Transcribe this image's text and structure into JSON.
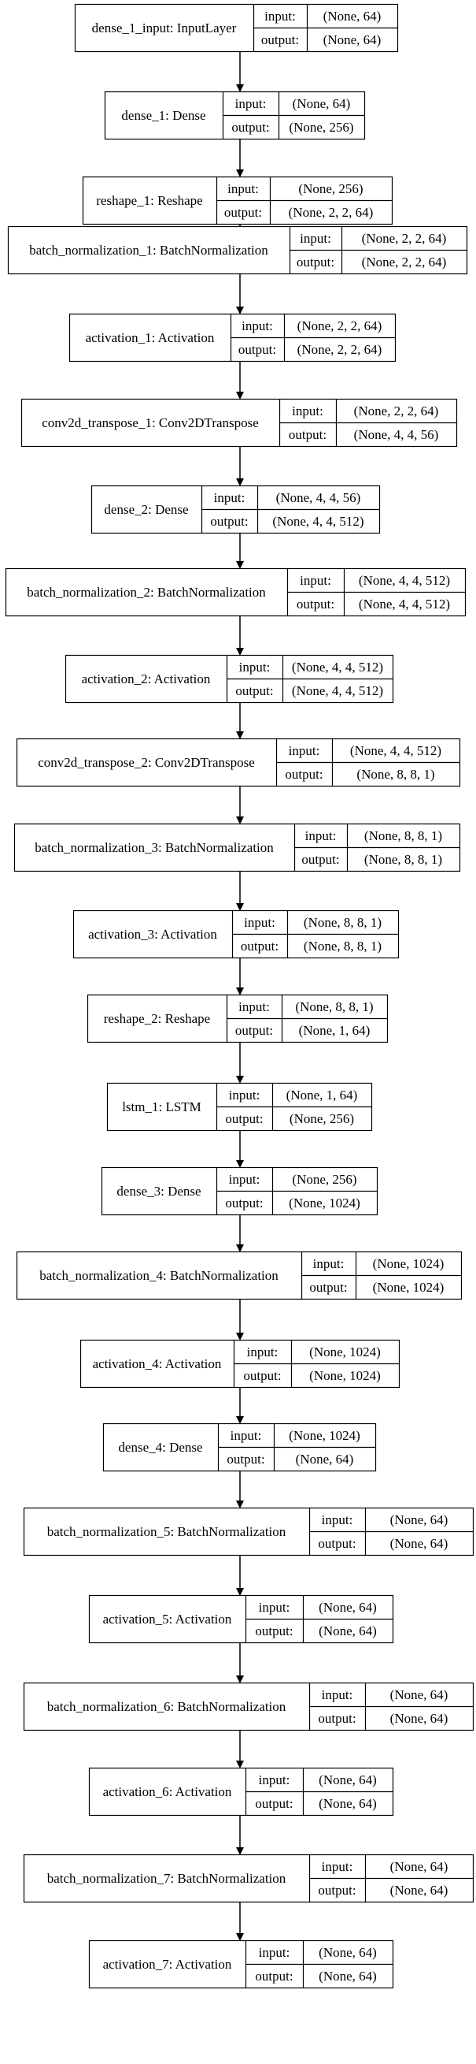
{
  "layers": [
    {
      "name": "dense_1_input: InputLayer",
      "input_label": "input:",
      "input": "(None, 64)",
      "output_label": "output:",
      "output": "(None, 64)"
    },
    {
      "name": "dense_1: Dense",
      "input_label": "input:",
      "input": "(None, 64)",
      "output_label": "output:",
      "output": "(None, 256)"
    },
    {
      "name": "reshape_1: Reshape",
      "input_label": "input:",
      "input": "(None, 256)",
      "output_label": "output:",
      "output": "(None, 2, 2, 64)"
    },
    {
      "name": "batch_normalization_1: BatchNormalization",
      "input_label": "input:",
      "input": "(None, 2, 2, 64)",
      "output_label": "output:",
      "output": "(None, 2, 2, 64)"
    },
    {
      "name": "activation_1: Activation",
      "input_label": "input:",
      "input": "(None, 2, 2, 64)",
      "output_label": "output:",
      "output": "(None, 2, 2, 64)"
    },
    {
      "name": "conv2d_transpose_1: Conv2DTranspose",
      "input_label": "input:",
      "input": "(None, 2, 2, 64)",
      "output_label": "output:",
      "output": "(None, 4, 4, 56)"
    },
    {
      "name": "dense_2: Dense",
      "input_label": "input:",
      "input": "(None, 4, 4, 56)",
      "output_label": "output:",
      "output": "(None, 4, 4, 512)"
    },
    {
      "name": "batch_normalization_2: BatchNormalization",
      "input_label": "input:",
      "input": "(None, 4, 4, 512)",
      "output_label": "output:",
      "output": "(None, 4, 4, 512)"
    },
    {
      "name": "activation_2: Activation",
      "input_label": "input:",
      "input": "(None, 4, 4, 512)",
      "output_label": "output:",
      "output": "(None, 4, 4, 512)"
    },
    {
      "name": "conv2d_transpose_2: Conv2DTranspose",
      "input_label": "input:",
      "input": "(None, 4, 4, 512)",
      "output_label": "output:",
      "output": "(None, 8, 8, 1)"
    },
    {
      "name": "batch_normalization_3: BatchNormalization",
      "input_label": "input:",
      "input": "(None, 8, 8, 1)",
      "output_label": "output:",
      "output": "(None, 8, 8, 1)"
    },
    {
      "name": "activation_3: Activation",
      "input_label": "input:",
      "input": "(None, 8, 8, 1)",
      "output_label": "output:",
      "output": "(None, 8, 8, 1)"
    },
    {
      "name": "reshape_2: Reshape",
      "input_label": "input:",
      "input": "(None, 8, 8, 1)",
      "output_label": "output:",
      "output": "(None, 1, 64)"
    },
    {
      "name": "lstm_1: LSTM",
      "input_label": "input:",
      "input": "(None, 1, 64)",
      "output_label": "output:",
      "output": "(None, 256)"
    },
    {
      "name": "dense_3: Dense",
      "input_label": "input:",
      "input": "(None, 256)",
      "output_label": "output:",
      "output": "(None, 1024)"
    },
    {
      "name": "batch_normalization_4: BatchNormalization",
      "input_label": "input:",
      "input": "(None, 1024)",
      "output_label": "output:",
      "output": "(None, 1024)"
    },
    {
      "name": "activation_4: Activation",
      "input_label": "input:",
      "input": "(None, 1024)",
      "output_label": "output:",
      "output": "(None, 1024)"
    },
    {
      "name": "dense_4: Dense",
      "input_label": "input:",
      "input": "(None, 1024)",
      "output_label": "output:",
      "output": "(None, 64)"
    },
    {
      "name": "batch_normalization_5: BatchNormalization",
      "input_label": "input:",
      "input": "(None, 64)",
      "output_label": "output:",
      "output": "(None, 64)"
    },
    {
      "name": "activation_5: Activation",
      "input_label": "input:",
      "input": "(None, 64)",
      "output_label": "output:",
      "output": "(None, 64)"
    },
    {
      "name": "batch_normalization_6: BatchNormalization",
      "input_label": "input:",
      "input": "(None, 64)",
      "output_label": "output:",
      "output": "(None, 64)"
    },
    {
      "name": "activation_6: Activation",
      "input_label": "input:",
      "input": "(None, 64)",
      "output_label": "output:",
      "output": "(None, 64)"
    },
    {
      "name": "batch_normalization_7: BatchNormalization",
      "input_label": "input:",
      "input": "(None, 64)",
      "output_label": "output:",
      "output": "(None, 64)"
    },
    {
      "name": "activation_7: Activation",
      "input_label": "input:",
      "input": "(None, 64)",
      "output_label": "output:",
      "output": "(None, 64)"
    }
  ]
}
